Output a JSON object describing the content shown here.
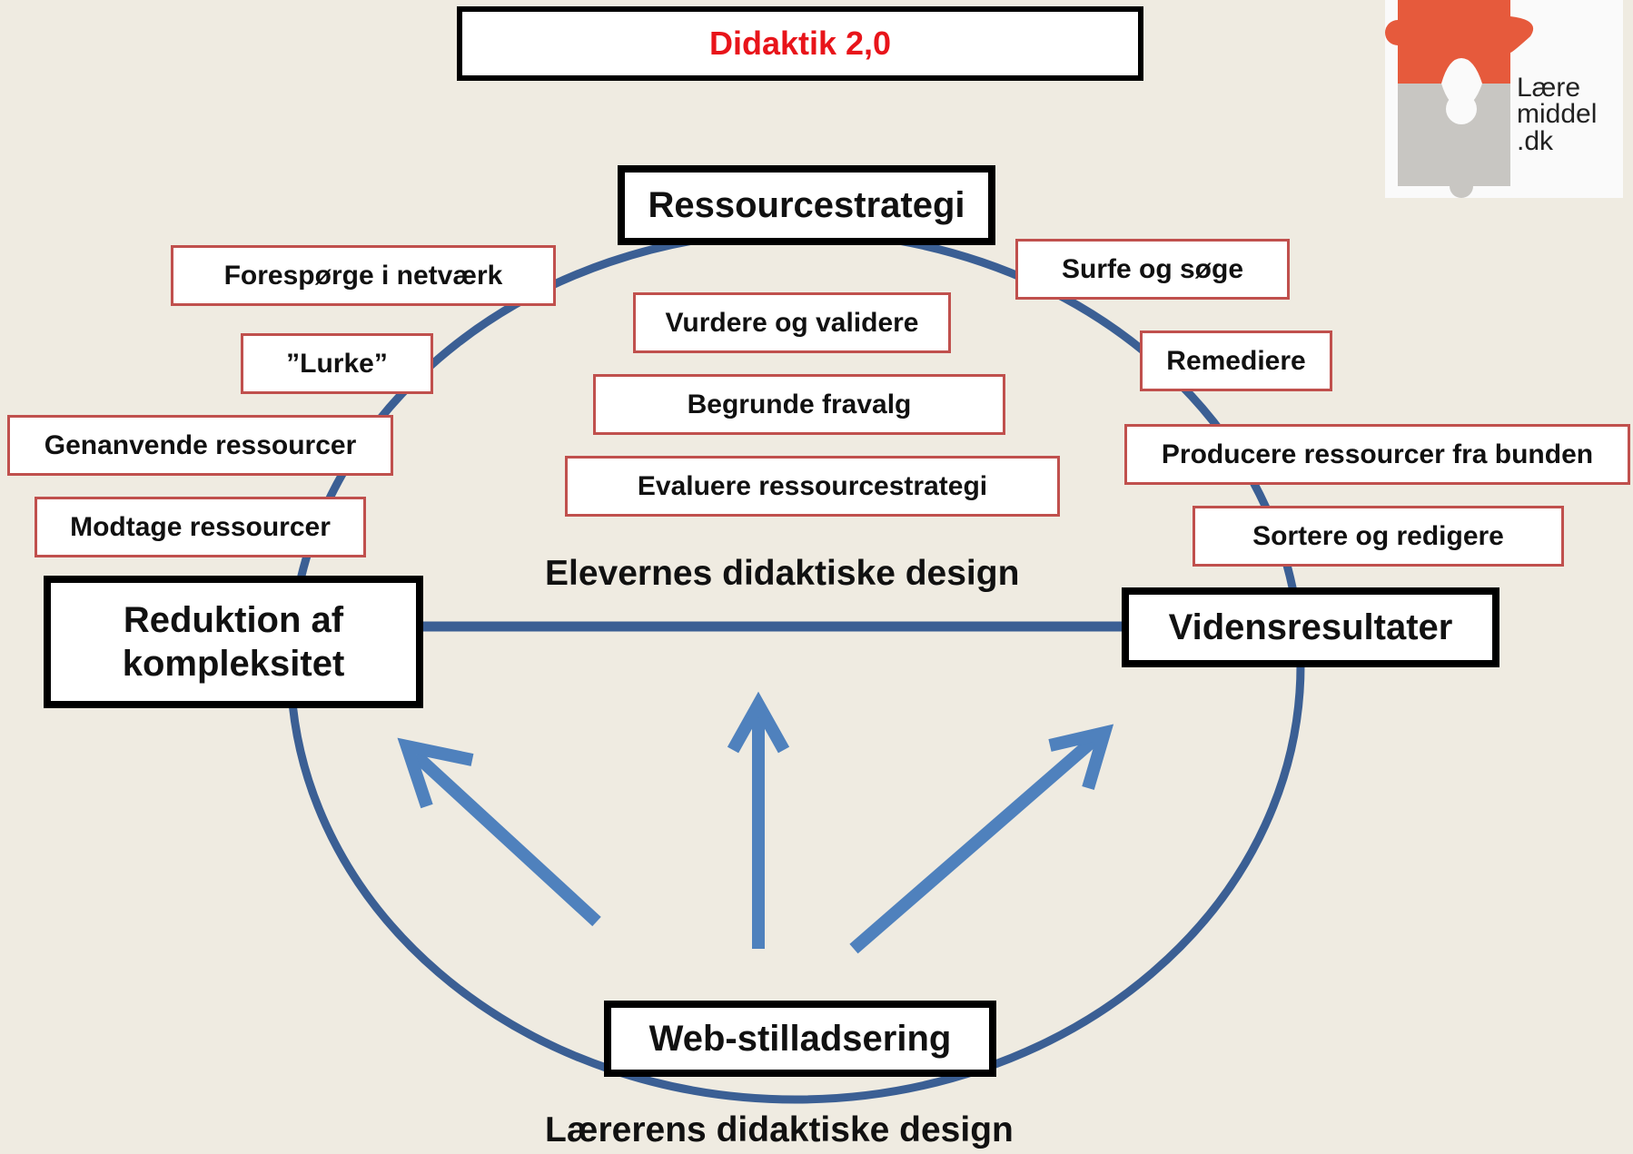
{
  "title": "Didaktik 2,0",
  "logo": {
    "text": "Lære\nmiddel\n.dk"
  },
  "nodes": {
    "top": "Ressourcestrategi",
    "left": "Reduktion af kompleksitet",
    "right": "Vidensresultater",
    "bottom": "Web-stilladsering"
  },
  "left_items": [
    "Forespørge i netværk",
    "”Lurke”",
    "Genanvende ressourcer",
    "Modtage ressourcer"
  ],
  "right_items": [
    "Surfe og søge",
    "Remediere",
    "Producere ressourcer fra bunden",
    "Sortere og redigere"
  ],
  "center_items": [
    "Vurdere og validere",
    "Begrunde fravalg",
    "Evaluere ressourcestrategi"
  ],
  "labels": {
    "students": "Elevernes didaktiske design",
    "teacher": "Lærerens didaktiske design"
  },
  "colors": {
    "background": "#efebe1",
    "circle": "#3b5f94",
    "arrows": "#4f81bd",
    "item_border": "#c0504d",
    "title_text": "#e8141a"
  }
}
